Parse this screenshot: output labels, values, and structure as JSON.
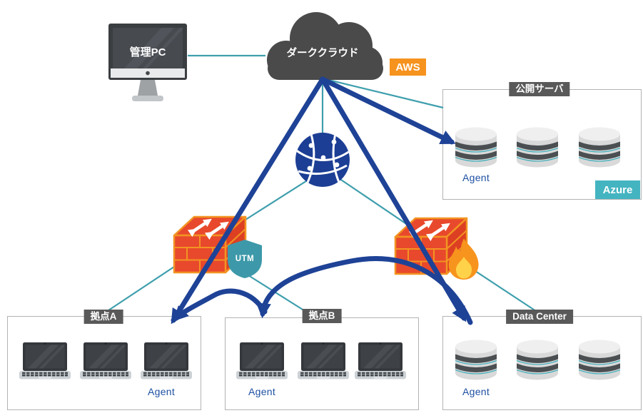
{
  "management_pc": {
    "label": "管理PC"
  },
  "cloud": {
    "label": "ダーククラウド",
    "badge": "AWS"
  },
  "utm": {
    "label": "UTM"
  },
  "zones": {
    "public_server": {
      "title": "公開サーバ",
      "agent_label": "Agent",
      "badge": "Azure",
      "server_count": 3
    },
    "site_a": {
      "title": "拠点A",
      "agent_label": "Agent",
      "pc_count": 3
    },
    "site_b": {
      "title": "拠点B",
      "agent_label": "Agent",
      "pc_count": 3
    },
    "data_center": {
      "title": "Data Center",
      "agent_label": "Agent",
      "server_count": 3
    }
  },
  "icons": [
    "cloud-icon",
    "monitor-icon",
    "globe-icon",
    "firewall-icon",
    "utm-shield-icon",
    "flame-icon",
    "database-icon",
    "laptop-icon",
    "attack-arrow",
    "network-line"
  ],
  "colors": {
    "attack_arrow": "#1e4296",
    "network_line": "#3f9fad",
    "aws_badge": "#f6921e",
    "azure_badge": "#44b4c1",
    "label_bg": "#595959",
    "agent_text": "#1d50a2",
    "firewall_red": "#e8492c",
    "firewall_outline": "#f29422",
    "utm_teal": "#3d99a9",
    "globe_navy": "#1c3e94",
    "cloud_gray": "#4a4a4a"
  }
}
